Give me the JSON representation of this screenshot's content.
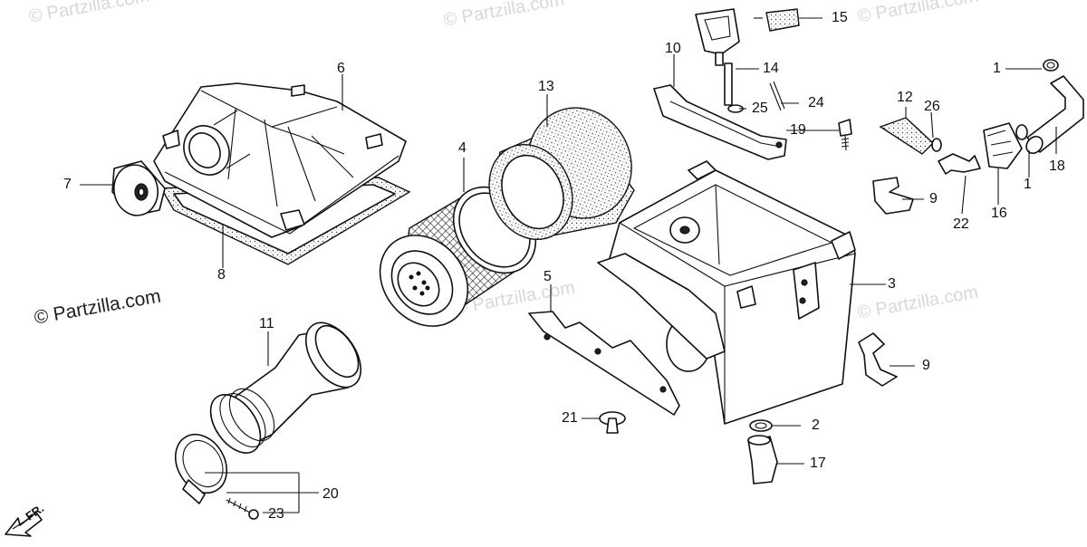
{
  "watermarks": {
    "main": "© Partzilla.com",
    "faint": "© Partzilla.com"
  },
  "front_marker": {
    "label": "FR."
  },
  "callouts": {
    "c1a": "1",
    "c1b": "1",
    "c2": "2",
    "c3": "3",
    "c4": "4",
    "c5": "5",
    "c6": "6",
    "c7": "7",
    "c8": "8",
    "c9a": "9",
    "c9b": "9",
    "c10": "10",
    "c11": "11",
    "c12": "12",
    "c13": "13",
    "c14": "14",
    "c15": "15",
    "c16": "16",
    "c17": "17",
    "c18": "18",
    "c19": "19",
    "c20": "20",
    "c21": "21",
    "c22": "22",
    "c23": "23",
    "c24": "24",
    "c25": "25",
    "c26": "26"
  },
  "colors": {
    "line": "#111111",
    "watermark": "#d8d8d8",
    "background": "#ffffff"
  }
}
